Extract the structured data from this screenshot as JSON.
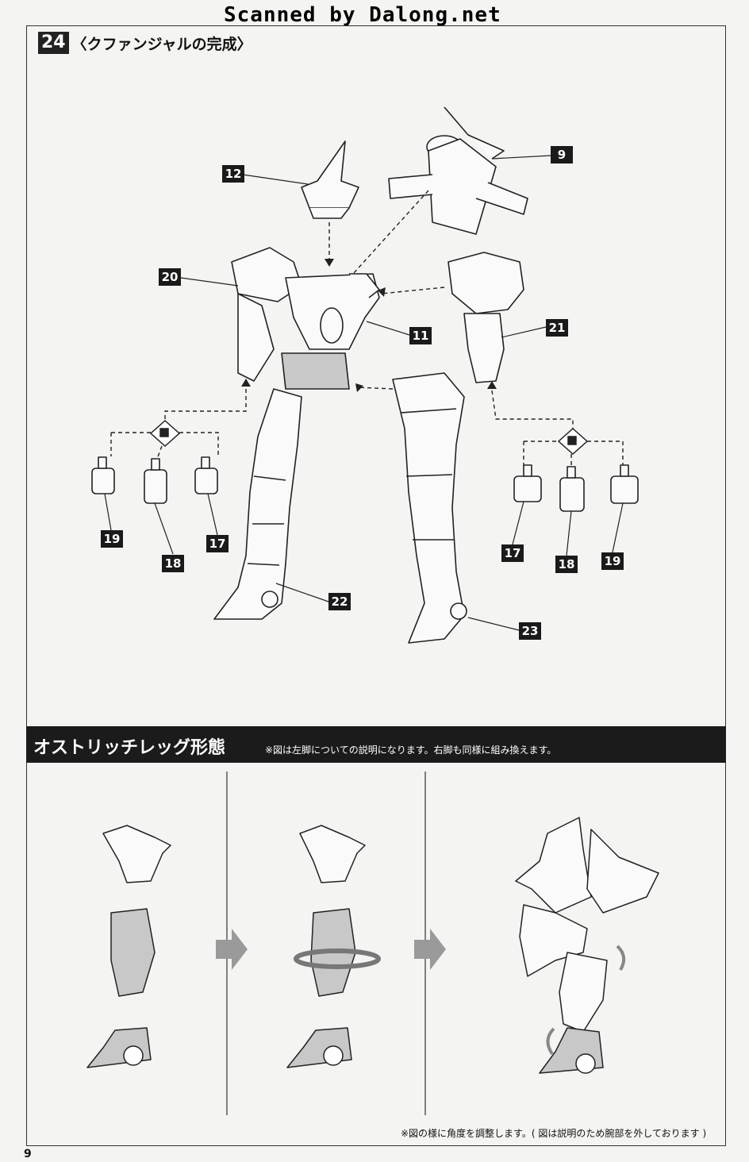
{
  "watermark": "Scanned by Dalong.net",
  "step": {
    "number": "24",
    "title": "〈クファンジャルの完成〉"
  },
  "part_labels": [
    "12",
    "9",
    "20",
    "21",
    "11",
    "19",
    "18",
    "17",
    "17",
    "18",
    "19",
    "22",
    "23"
  ],
  "section": {
    "title": "オストリッチレッグ形態",
    "note": "※図は左脚についての説明になります。右脚も同様に組み換えます。"
  },
  "footnote": "※図の様に角度を調整します。( 図は説明のため腕部を外しております )",
  "page_number": "9"
}
